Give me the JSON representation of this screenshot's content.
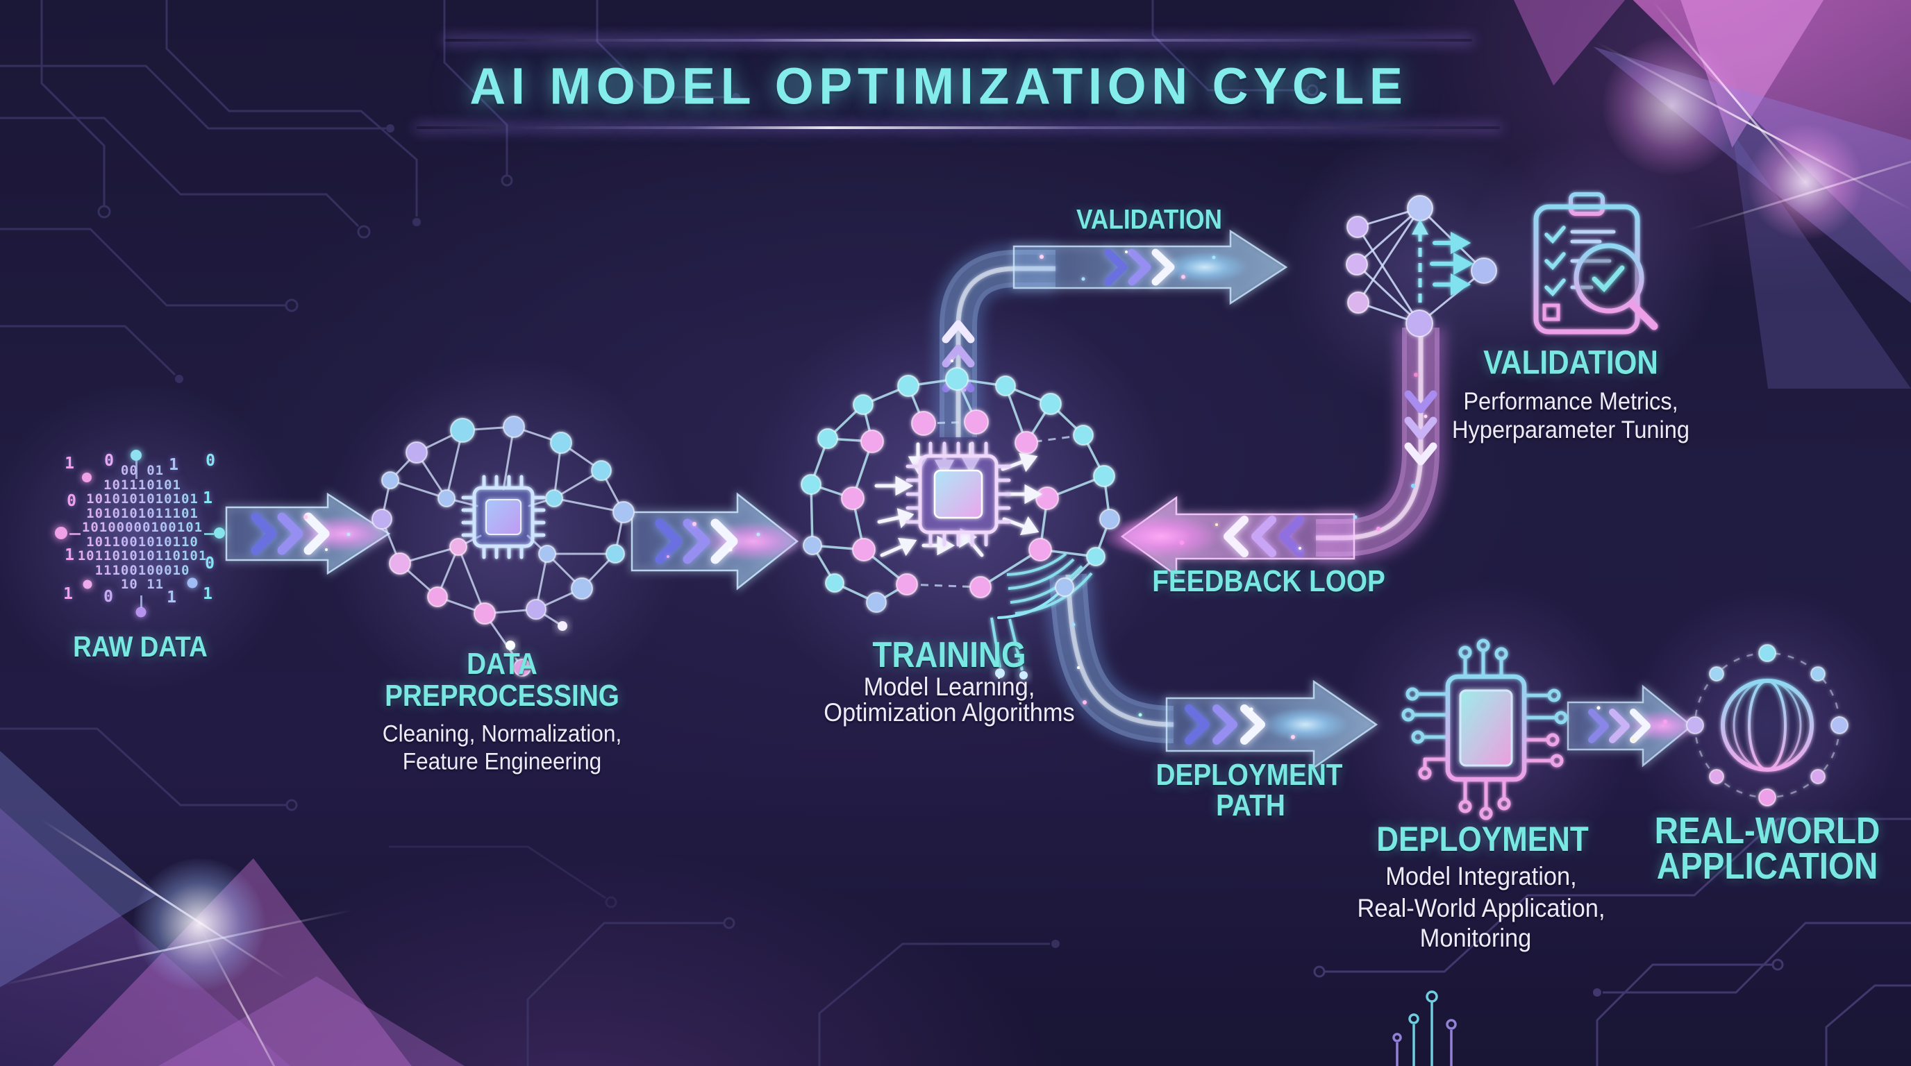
{
  "title": "AI MODEL OPTIMIZATION CYCLE",
  "stages": {
    "raw_data": {
      "label": "RAW DATA",
      "binary_rows": [
        "00 01",
        "101110101",
        "1010101010101",
        "1010101011101",
        "10100000100101",
        "1011001010110",
        "101101010110101",
        "11100100010",
        "10 11"
      ],
      "scatter": [
        "1",
        "0",
        "1",
        "0",
        "0",
        "1",
        "1",
        "0",
        "1",
        "0",
        "1",
        "1"
      ]
    },
    "preprocessing": {
      "label": [
        "DATA",
        "PREPROCESSING"
      ],
      "subtitle": [
        "Cleaning, Normalization,",
        "Feature Engineering"
      ]
    },
    "training": {
      "label": "TRAINING",
      "subtitle": [
        "Model Learning,",
        "Optimization Algorithms"
      ]
    },
    "validation": {
      "label": "VALIDATION",
      "subtitle": [
        "Performance Metrics,",
        "Hyperparameter Tuning"
      ]
    },
    "deployment": {
      "label": "DEPLOYMENT",
      "subtitle": [
        "Model Integration,",
        "Real-World Application,",
        "Monitoring"
      ]
    },
    "real_world": {
      "label": [
        "REAL-WORLD",
        "APPLICATION"
      ]
    }
  },
  "path_labels": {
    "validation": "VALIDATION",
    "feedback": "FEEDBACK LOOP",
    "deployment": [
      "DEPLOYMENT",
      "PATH"
    ]
  },
  "icons": {
    "raw_data": "binary-matrix-icon",
    "preprocessing": "brain-chip-icon",
    "training": "brain-chip-arrows-icon",
    "validation_model": "neural-network-icon",
    "validation_report": "checklist-magnifier-icon",
    "deployment": "chip-circuit-icon",
    "real_world": "globe-network-icon"
  },
  "colors": {
    "accent_cyan": "#79E8E2",
    "text_white": "#F0EBF8",
    "arrow_blue": "#8FC6F2",
    "arrow_pink": "#E896EC",
    "node_cyan": "#8FD9F2",
    "node_pink": "#F0A6E8",
    "background": "#201B3E"
  }
}
